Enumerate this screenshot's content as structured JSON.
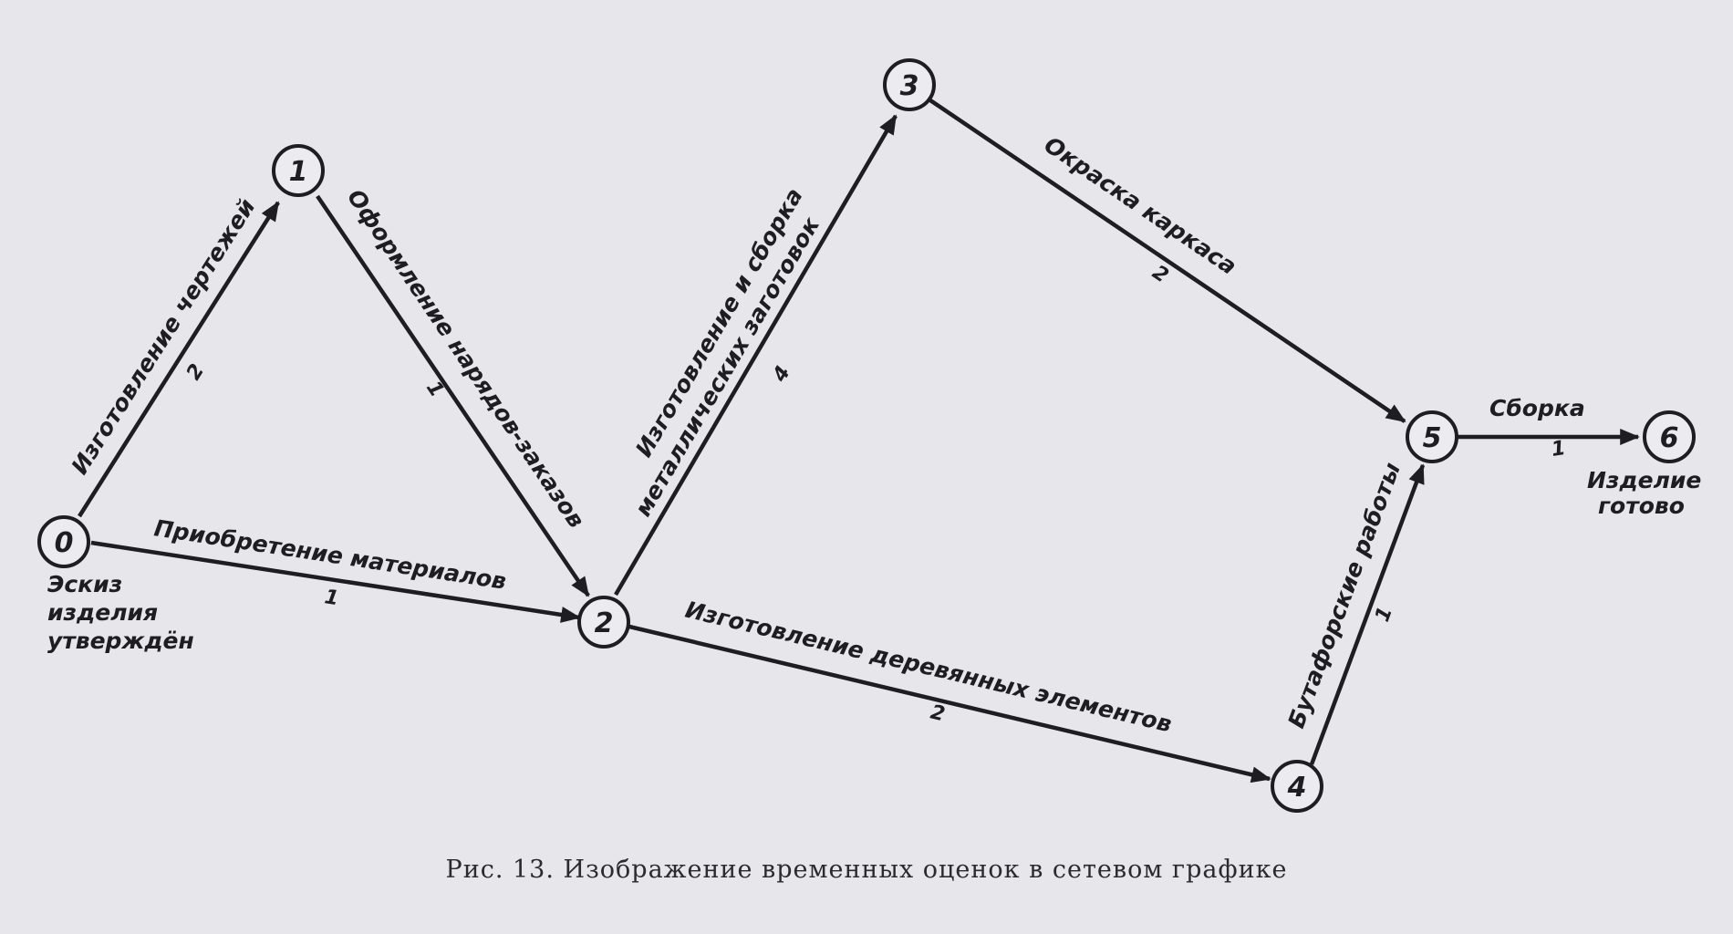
{
  "diagram": {
    "nodes": [
      {
        "id": "0",
        "label": "0"
      },
      {
        "id": "1",
        "label": "1"
      },
      {
        "id": "2",
        "label": "2"
      },
      {
        "id": "3",
        "label": "3"
      },
      {
        "id": "4",
        "label": "4"
      },
      {
        "id": "5",
        "label": "5"
      },
      {
        "id": "6",
        "label": "6"
      }
    ],
    "edges": [
      {
        "from": "0",
        "to": "1",
        "activity": "Изготовление чертежей",
        "duration": "2"
      },
      {
        "from": "1",
        "to": "2",
        "activity": "Оформление нарядов-заказов",
        "duration": "1"
      },
      {
        "from": "0",
        "to": "2",
        "activity": "Приобретение материалов",
        "duration": "1"
      },
      {
        "from": "2",
        "to": "3",
        "activity_line1": "Изготовление и сборка",
        "activity_line2": "металлических заготовок",
        "duration": "4"
      },
      {
        "from": "3",
        "to": "5",
        "activity": "Окраска каркаса",
        "duration": "2"
      },
      {
        "from": "2",
        "to": "4",
        "activity": "Изготовление деревянных элементов",
        "duration": "2"
      },
      {
        "from": "4",
        "to": "5",
        "activity": "Бутафорские работы",
        "duration": "1"
      },
      {
        "from": "5",
        "to": "6",
        "activity": "Сборка",
        "duration": "1"
      }
    ],
    "start_note": [
      "Эскиз",
      "изделия",
      "утверждён"
    ],
    "end_note": [
      "Изделие",
      "готово"
    ]
  },
  "caption": "Рис. 13. Изображение временных оценок в сетевом графике"
}
